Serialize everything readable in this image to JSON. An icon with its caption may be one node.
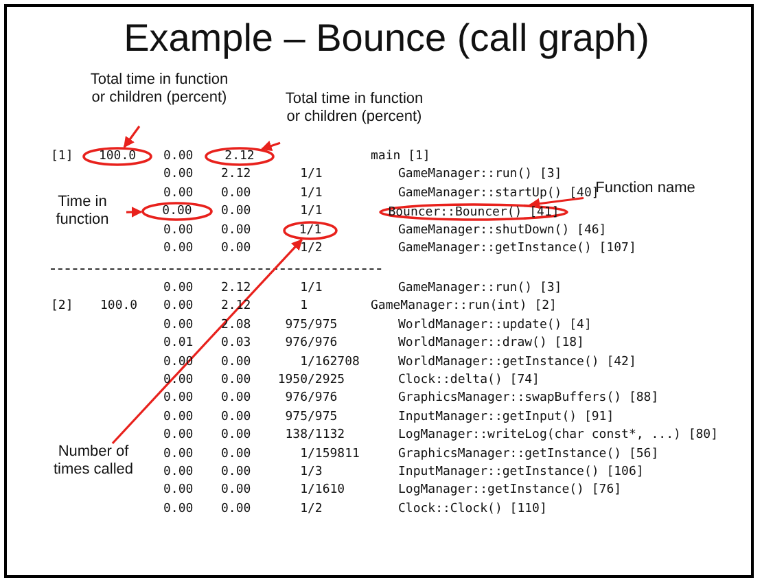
{
  "diagram": {
    "title": "Example – Bounce (call graph)",
    "nodes": [
      {
        "text": [
          "Total time in function or children (percent)"
        ]
      },
      {
        "text": [
          "Total time in function or children (percent)"
        ]
      },
      {
        "text": [
          "100.0"
        ]
      },
      {
        "text": [
          "2.12"
        ]
      },
      {
        "text": [
          "Time in function"
        ]
      },
      {
        "text": [
          "0.00"
        ]
      },
      {
        "text": [
          "Bouncer::Bouncer() [41]"
        ]
      },
      {
        "text": [
          "Function name"
        ]
      },
      {
        "text": [
          "1/1"
        ]
      },
      {
        "text": [
          "Number of times called"
        ]
      }
    ],
    "edges": [
      {
        "from": 0,
        "to": 2,
        "arrow": "to"
      },
      {
        "from": 1,
        "to": 3,
        "arrow": "to"
      },
      {
        "from": 4,
        "to": 5,
        "arrow": "to"
      },
      {
        "from": 7,
        "to": 6,
        "arrow": "to"
      },
      {
        "from": 9,
        "to": 8,
        "arrow": "to"
      }
    ],
    "labels": [
      "[1]",
      "0.00",
      "main [1]",
      "0.00",
      "2.12",
      "1/1",
      "GameManager::run() [3]",
      "0.00",
      "0.00",
      "1/1",
      "GameManager::startUp() [40]",
      "0.00",
      "1/1",
      "0.00",
      "0.00",
      "GameManager::shutDown() [46]",
      "0.00",
      "0.00",
      "1/2",
      "GameManager::getInstance() [107]",
      "0.00",
      "2.12",
      "1/1",
      "GameManager::run() [3]",
      "[2]",
      "100.0",
      "0.00",
      "2.12",
      "1",
      "GameManager::run(int) [2]",
      "0.00",
      "2.08",
      "975/975",
      "WorldManager::update() [4]",
      "0.01",
      "0.03",
      "976/976",
      "WorldManager::draw() [18]",
      "0.00",
      "0.00",
      "1/162708",
      "WorldManager::getInstance() [42]",
      "0.00",
      "0.00",
      "1950/2925",
      "Clock::delta() [74]",
      "0.00",
      "0.00",
      "976/976",
      "GraphicsManager::swapBuffers() [88]",
      "0.00",
      "0.00",
      "975/975",
      "InputManager::getInput() [91]",
      "0.00",
      "0.00",
      "138/1132",
      "LogManager::writeLog(char const*, ...) [80]",
      "0.00",
      "0.00",
      "1/159811",
      "GraphicsManager::getInstance() [56]",
      "0.00",
      "0.00",
      "1/3",
      "InputManager::getInstance() [106]",
      "0.00",
      "0.00",
      "1/1610",
      "LogManager::getInstance() [76]",
      "0.00",
      "0.00",
      "1/2",
      "Clock::Clock() [110]"
    ]
  }
}
